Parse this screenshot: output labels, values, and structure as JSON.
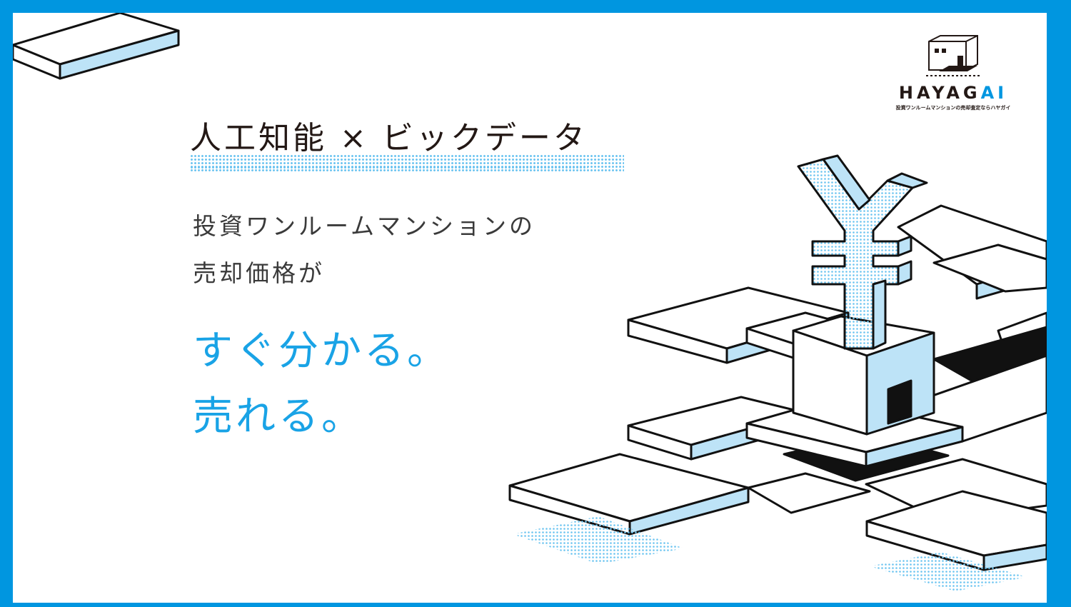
{
  "hero": {
    "headline": "人工知能 × ビックデータ",
    "subline_1": "投資ワンルームマンションの",
    "subline_2": "売却価格が",
    "tagline_1": "すぐ分かる。",
    "tagline_2": "売れる。"
  },
  "logo": {
    "name_main": "HAYAG",
    "name_accent": "AI",
    "tagline": "投資ワンルームマンションの売却査定ならハヤガイ"
  },
  "illustration": {
    "symbol": "¥"
  },
  "colors": {
    "frame": "#0096E0",
    "accent": "#19a3e6",
    "light_blue": "#bde3f7",
    "ink": "#231815"
  }
}
